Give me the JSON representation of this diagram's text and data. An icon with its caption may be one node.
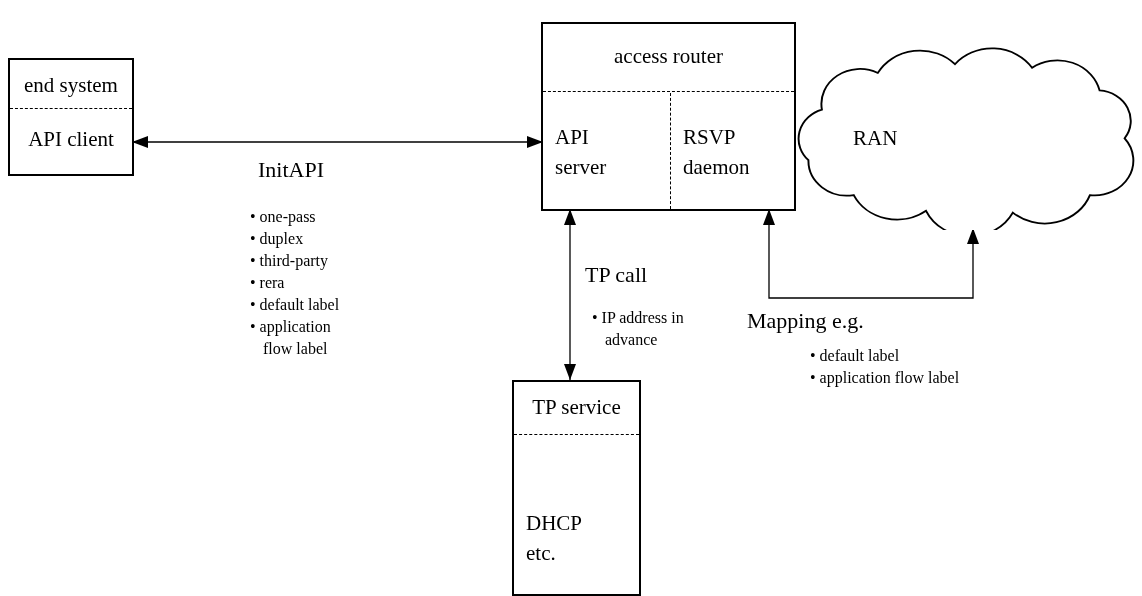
{
  "diagram": {
    "nodes": [
      {
        "text": [
          "end system"
        ]
      },
      {
        "text": [
          "API client"
        ],
        "in": 0
      },
      {
        "text": [
          "access router"
        ]
      },
      {
        "text": [
          "API server"
        ],
        "in": 2
      },
      {
        "text": [
          "RSVP daemon"
        ],
        "in": 2
      },
      {
        "text": [
          "RAN"
        ]
      },
      {
        "text": [
          "TP service"
        ]
      },
      {
        "text": [
          "DHCP etc."
        ],
        "in": 6
      }
    ],
    "edges": [
      {
        "from": 1,
        "to": 3,
        "arrow": "both",
        "label": "InitAPI"
      },
      {
        "from": 3,
        "to": 6,
        "arrow": "both",
        "label": "TP call"
      },
      {
        "from": 4,
        "to": 5,
        "arrow": "both",
        "label": "Mapping e.g."
      }
    ],
    "labels": [
      "• one-pass",
      "• duplex",
      "• third-party",
      "• rera",
      "• default label",
      "• application flow label",
      "• IP address in advance",
      "• default label",
      "• application flow label"
    ]
  }
}
